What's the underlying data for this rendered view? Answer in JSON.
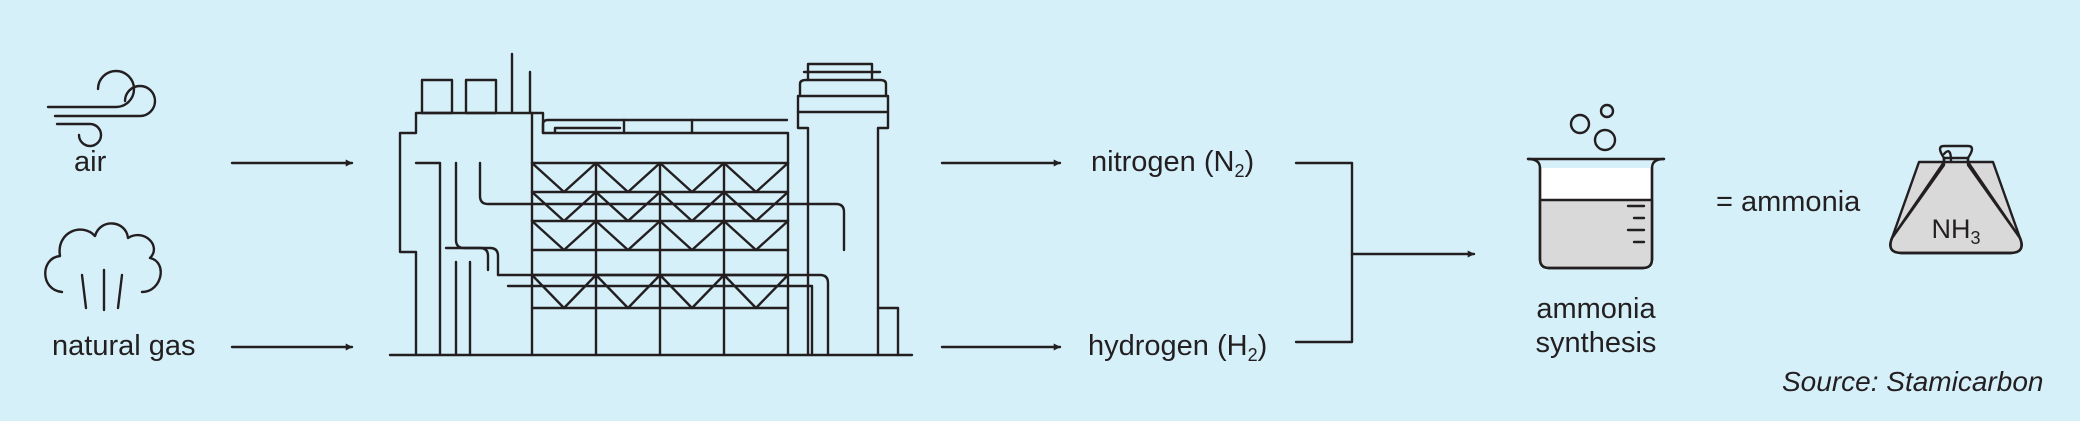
{
  "colors": {
    "background": "#d6f0fa",
    "ink": "#231f20",
    "liquid": "#d9d9d9"
  },
  "inputs": {
    "air": {
      "label": "air",
      "icon": "wind-icon"
    },
    "gas": {
      "label": "natural gas",
      "icon": "gas-cloud-icon"
    }
  },
  "plant": {
    "icon": "industrial-plant-icon"
  },
  "outputs": {
    "nitrogen": {
      "label": "nitrogen (N",
      "sub": "2",
      "end": ")"
    },
    "hydrogen": {
      "label": "hydrogen (H",
      "sub": "2",
      "end": ")"
    }
  },
  "synthesis": {
    "line1": "ammonia",
    "line2": "synthesis",
    "icon": "beaker-icon"
  },
  "result": {
    "label": "= ammonia",
    "flask_text": "NH",
    "flask_sub": "3",
    "icon": "flask-icon"
  },
  "source": "Source: Stamicarbon"
}
